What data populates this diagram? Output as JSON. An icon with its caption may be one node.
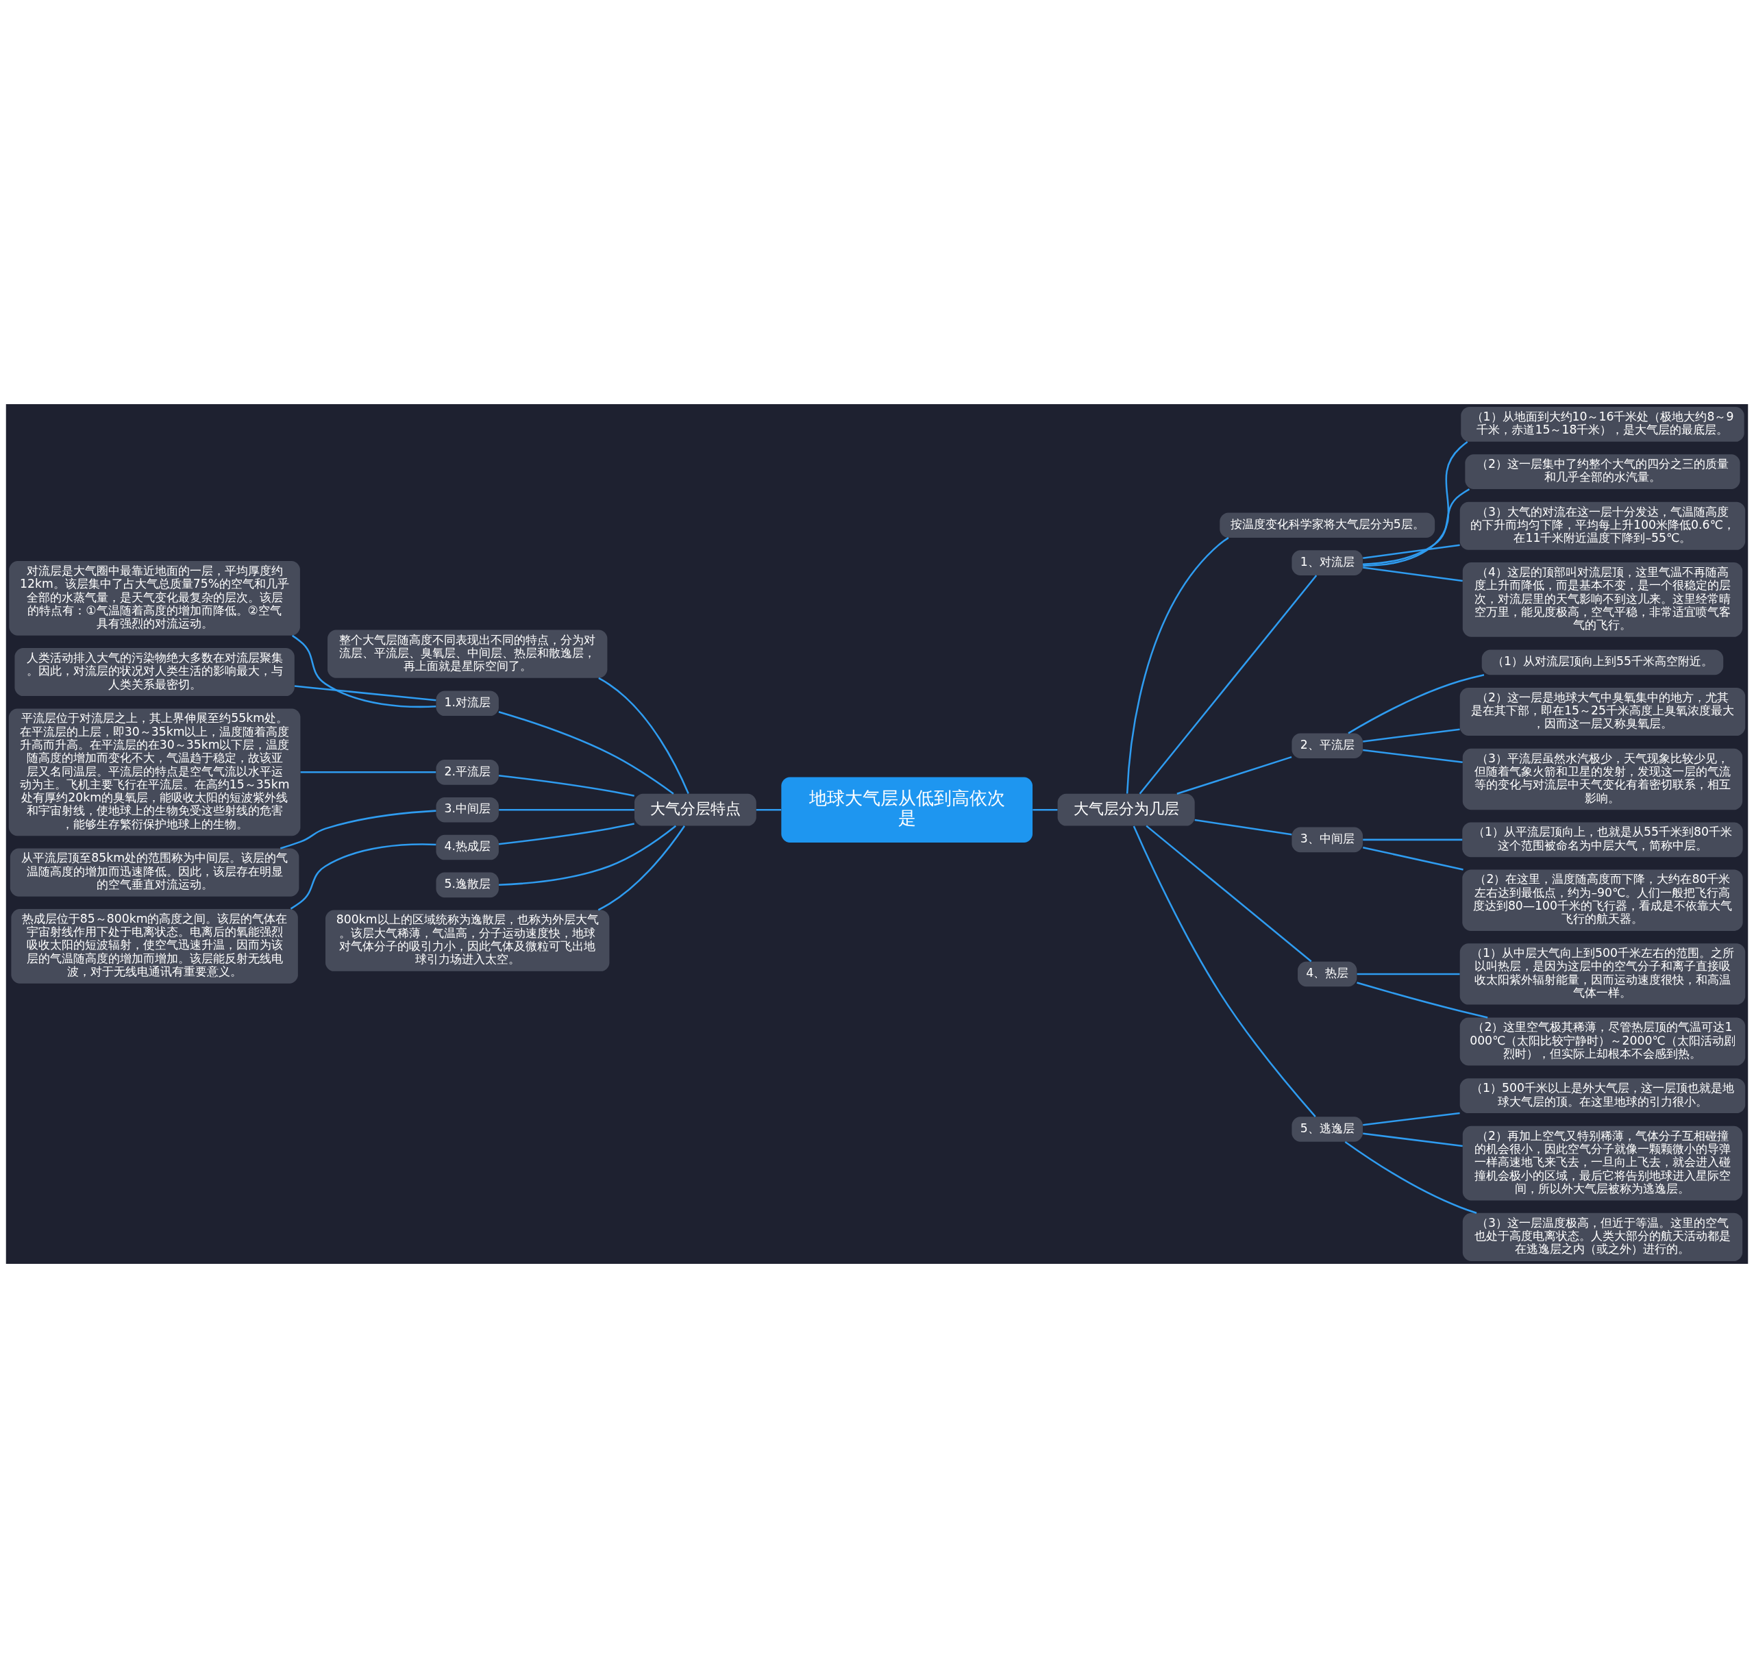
{
  "diagram": {
    "nodes": [
      {
        "text": [
          "地球大气层从低到高依次是"
        ]
      },
      {
        "text": [
          "大气分层特点"
        ]
      },
      {
        "text": [
          "整个大气层随高度不同表现出不同的特点，分为对流层、平流层、臭氧层、中间层、热层和散逸层，再上面就是星际空间了。"
        ]
      },
      {
        "text": [
          "1.对流层"
        ]
      },
      {
        "text": [
          "对流层是大气圈中最靠近地面的一层，平均厚度约12km。该层集中了占大气总质量75%的空气和几乎全部的水蒸气量，是天气变化最复杂的层次。该层的特点有：①气温随着高度的增加而降低。②空气具有强烈的对流运动。"
        ]
      },
      {
        "text": [
          "人类活动排入大气的污染物绝大多数在对流层聚集。因此，对流层的状况对人类生活的影响最大，与人类关系最密切。"
        ]
      },
      {
        "text": [
          "2.平流层"
        ]
      },
      {
        "text": [
          "平流层位于对流层之上，其上界伸展至约55km处。在平流层的上层，即30～35km以上，温度随着高度升高而升高。在平流层的在30～35km以下层，温度随高度的增加而变化不大，气温趋于稳定，故该亚层又名同温层。平流层的特点是空气气流以水平运动为主。飞机主要飞行在平流层。在高约15～35km处有厚约20km的臭氧层，能吸收太阳的短波紫外线和宇宙射线，使地球上的生物免受这些射线的危害，能够生存繁衍保护地球上的生物。"
        ]
      },
      {
        "text": [
          "3.中间层"
        ]
      },
      {
        "text": [
          "从平流层顶至85km处的范围称为中间层。该层的气温随高度的增加而迅速降低。因此，该层存在明显的空气垂直对流运动。"
        ]
      },
      {
        "text": [
          "4.热成层"
        ]
      },
      {
        "text": [
          "热成层位于85～800km的高度之间。该层的气体在宇宙射线作用下处于电离状态。电离后的氧能强烈吸收太阳的短波辐射，使空气迅速升温，因而为该层的气温随高度的增加而增加。该层能反射无线电波，对于无线电通讯有重要意义。"
        ]
      },
      {
        "text": [
          "5.逸散层"
        ]
      },
      {
        "text": [
          "800km以上的区域统称为逸散层，也称为外层大气。该层大气稀薄，气温高，分子运动速度快，地球对气体分子的吸引力小，因此气体及微粒可飞出地球引力场进入太空。"
        ]
      },
      {
        "text": [
          "大气层分为几层"
        ]
      },
      {
        "text": [
          "按温度变化科学家将大气层分为5层。"
        ]
      },
      {
        "text": [
          "1、对流层"
        ]
      },
      {
        "text": [
          "（1）从地面到大约10～16千米处（极地大约8～9千米，赤道15～18千米），是大气层的最底层。"
        ]
      },
      {
        "text": [
          "（2）这一层集中了约整个大气的四分之三的质量和几乎全部的水汽量。"
        ]
      },
      {
        "text": [
          "（3）大气的对流在这一层十分发达，气温随高度的下升而均匀下降，平均每上升100米降低0.6℃，在11千米附近温度下降到–55℃。"
        ]
      },
      {
        "text": [
          "（4）这层的顶部叫对流层顶，这里气温不再随高度上升而降低，而是基本不变，是一个很稳定的层次，对流层里的天气影响不到这儿来。这里经常晴空万里，能见度极高，空气平稳，非常适宜喷气客气的飞行。"
        ]
      },
      {
        "text": [
          "2、平流层"
        ]
      },
      {
        "text": [
          "（1）从对流层顶向上到55千米高空附近。"
        ]
      },
      {
        "text": [
          "（2）这一层是地球大气中臭氧集中的地方，尤其是在其下部，即在15～25千米高度上臭氧浓度最大，因而这一层又称臭氧层。"
        ]
      },
      {
        "text": [
          "（3）平流层虽然水汽极少，天气现象比较少见，但随着气象火箭和卫星的发射，发现这一层的气流等的变化与对流层中天气变化有着密切联系，相互影响。"
        ]
      },
      {
        "text": [
          "3、中间层"
        ]
      },
      {
        "text": [
          "（1）从平流层顶向上，也就是从55千米到80千米这个范围被命名为中层大气，简称中层。"
        ]
      },
      {
        "text": [
          "（2）在这里，温度随高度而下降，大约在80千米左右达到最低点，约为–90℃。人们一般把飞行高度达到80—100千米的飞行器，看成是不依靠大气飞行的航天器。"
        ]
      },
      {
        "text": [
          "4、热层"
        ]
      },
      {
        "text": [
          "（1）从中层大气向上到500千米左右的范围。之所以叫热层，是因为这层中的空气分子和离子直接吸收太阳紫外辐射能量，因而运动速度很快，和高温气体一样。"
        ]
      },
      {
        "text": [
          "（2）这里空气极其稀薄，尽管热层顶的气温可达1000℃（太阳比较宁静时）～2000℃（太阳活动剧烈时），但实际上却根本不会感到热。"
        ]
      },
      {
        "text": [
          "5、逃逸层"
        ]
      },
      {
        "text": [
          "（1）500千米以上是外大气层，这一层顶也就是地球大气层的顶。在这里地球的引力很小。"
        ]
      },
      {
        "text": [
          "（2）再加上空气又特别稀薄，气体分子互相碰撞的机会很小，因此空气分子就像一颗颗微小的导弹一样高速地飞来飞去，一旦向上飞去，就会进入碰撞机会极小的区域，最后它将告别地球进入星际空间，所以外大气层被称为逃逸层。"
        ]
      },
      {
        "text": [
          "（3）这一层温度极高，但近于等温。这里的空气也处于高度电离状态。人类大部分的航天活动都是在逃逸层之内（或之外）进行的。"
        ]
      }
    ],
    "edges": [
      {
        "from": 0,
        "to": 1,
        "arrow": "none"
      },
      {
        "from": 1,
        "to": 2,
        "arrow": "none"
      },
      {
        "from": 1,
        "to": 3,
        "arrow": "none"
      },
      {
        "from": 3,
        "to": 4,
        "arrow": "none"
      },
      {
        "from": 3,
        "to": 5,
        "arrow": "none"
      },
      {
        "from": 1,
        "to": 6,
        "arrow": "none"
      },
      {
        "from": 6,
        "to": 7,
        "arrow": "none"
      },
      {
        "from": 1,
        "to": 8,
        "arrow": "none"
      },
      {
        "from": 8,
        "to": 9,
        "arrow": "none"
      },
      {
        "from": 1,
        "to": 10,
        "arrow": "none"
      },
      {
        "from": 10,
        "to": 11,
        "arrow": "none"
      },
      {
        "from": 1,
        "to": 12,
        "arrow": "none"
      },
      {
        "from": 1,
        "to": 13,
        "arrow": "none"
      },
      {
        "from": 0,
        "to": 14,
        "arrow": "none"
      },
      {
        "from": 14,
        "to": 15,
        "arrow": "none"
      },
      {
        "from": 14,
        "to": 16,
        "arrow": "none"
      },
      {
        "from": 16,
        "to": 17,
        "arrow": "none"
      },
      {
        "from": 16,
        "to": 18,
        "arrow": "none"
      },
      {
        "from": 16,
        "to": 19,
        "arrow": "none"
      },
      {
        "from": 16,
        "to": 20,
        "arrow": "none"
      },
      {
        "from": 14,
        "to": 21,
        "arrow": "none"
      },
      {
        "from": 21,
        "to": 22,
        "arrow": "none"
      },
      {
        "from": 21,
        "to": 23,
        "arrow": "none"
      },
      {
        "from": 21,
        "to": 24,
        "arrow": "none"
      },
      {
        "from": 14,
        "to": 25,
        "arrow": "none"
      },
      {
        "from": 25,
        "to": 26,
        "arrow": "none"
      },
      {
        "from": 25,
        "to": 27,
        "arrow": "none"
      },
      {
        "from": 14,
        "to": 28,
        "arrow": "none"
      },
      {
        "from": 28,
        "to": 29,
        "arrow": "none"
      },
      {
        "from": 28,
        "to": 30,
        "arrow": "none"
      },
      {
        "from": 14,
        "to": 31,
        "arrow": "none"
      },
      {
        "from": 31,
        "to": 32,
        "arrow": "none"
      },
      {
        "from": 31,
        "to": 33,
        "arrow": "none"
      },
      {
        "from": 31,
        "to": 34,
        "arrow": "none"
      }
    ]
  }
}
